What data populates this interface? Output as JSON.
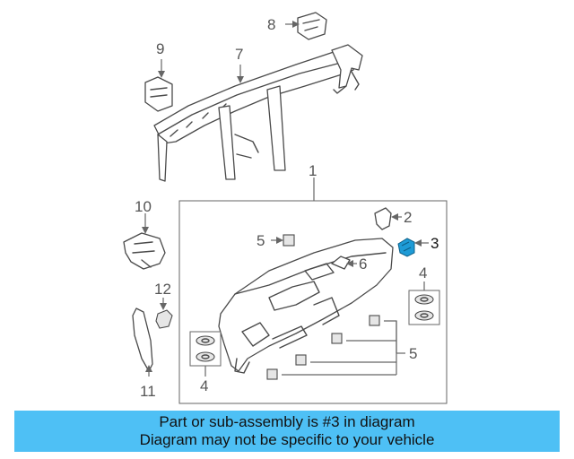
{
  "diagram": {
    "callouts": {
      "c1": "1",
      "c2": "2",
      "c3": "3",
      "c4a": "4",
      "c4b": "4",
      "c5a": "5",
      "c5b": "5",
      "c6": "6",
      "c7": "7",
      "c8": "8",
      "c9": "9",
      "c10": "10",
      "c11": "11",
      "c12": "12"
    },
    "highlighted_part": "3",
    "colors": {
      "highlight": "#1e9bd6",
      "banner": "#4ec0f5"
    }
  },
  "banner": {
    "line1": "Part or sub-assembly is #3 in diagram",
    "line2": "Diagram may not be specific to your vehicle"
  }
}
